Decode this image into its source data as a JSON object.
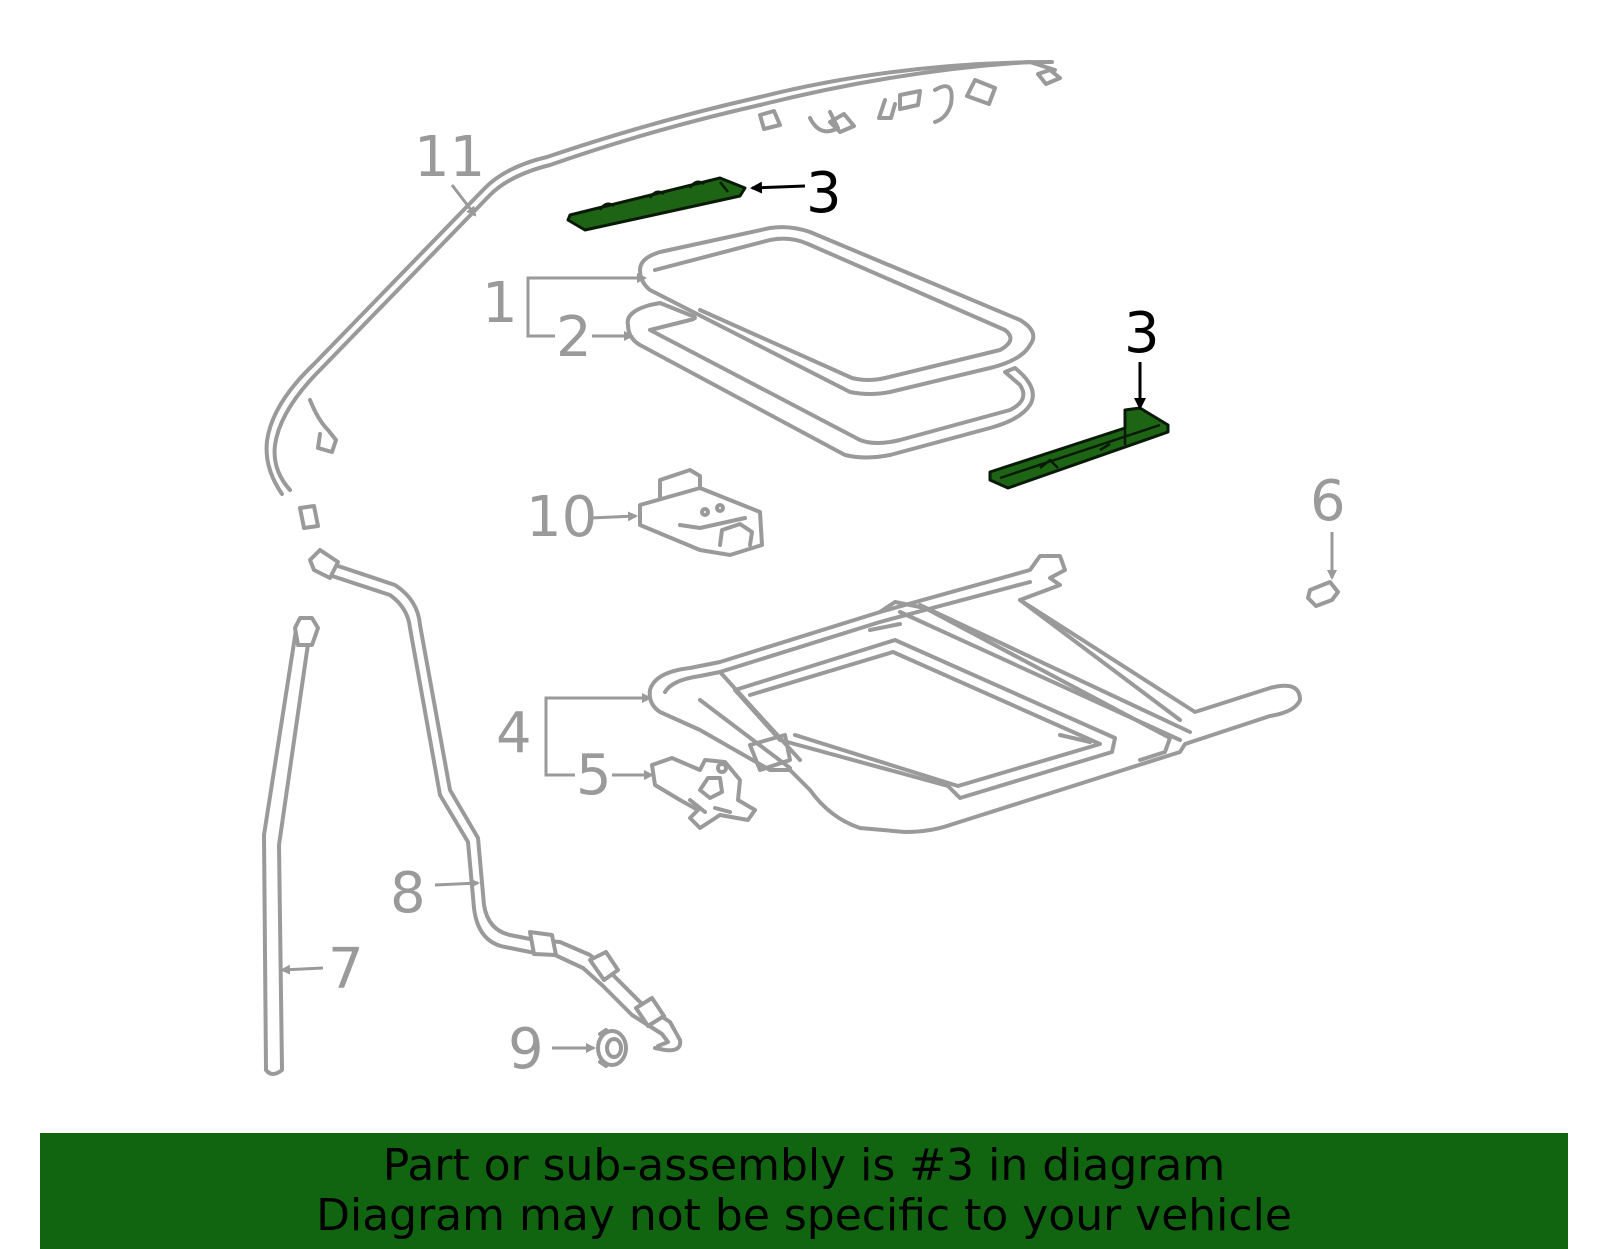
{
  "callouts": {
    "c1": "1",
    "c2": "2",
    "c3a": "3",
    "c3b": "3",
    "c4": "4",
    "c5": "5",
    "c6": "6",
    "c7": "7",
    "c8": "8",
    "c9": "9",
    "c10": "10",
    "c11": "11"
  },
  "banner": {
    "line1": "Part or sub-assembly is #3 in diagram",
    "line2": "Diagram may not be specific to your vehicle",
    "color": "#116511"
  },
  "colors": {
    "highlight_part": "#1d6414",
    "part_outline": "#9a9a9a",
    "label_gray": "#9a9a9a",
    "label_highlight": "#000000"
  }
}
